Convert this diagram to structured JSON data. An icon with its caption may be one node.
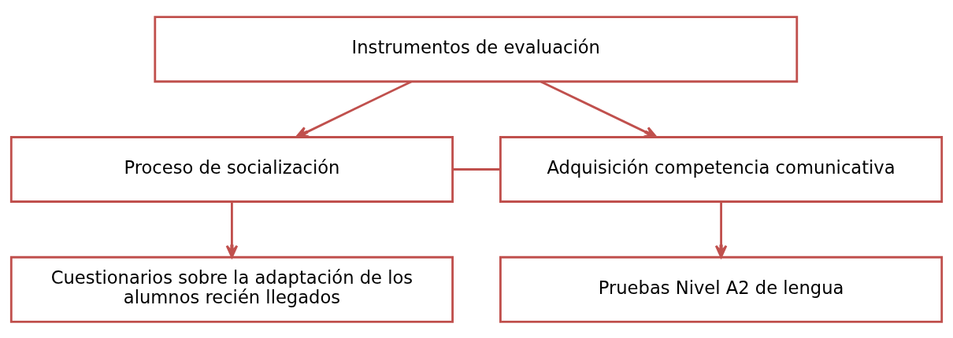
{
  "diagram": {
    "nodes": [
      {
        "text": [
          "Instrumentos de evaluación"
        ]
      },
      {
        "text": [
          "Proceso de socialización"
        ]
      },
      {
        "text": [
          "Adquisición competencia comunicativa"
        ]
      },
      {
        "text": [
          "Cuestionarios sobre la adaptación de los alumnos recién llegados"
        ]
      },
      {
        "text": [
          "Pruebas Nivel A2 de lengua"
        ]
      }
    ],
    "edges": [
      {
        "from": 0,
        "to": 1,
        "arrow": "to"
      },
      {
        "from": 0,
        "to": 2,
        "arrow": "to"
      },
      {
        "from": 1,
        "to": 2,
        "arrow": "none"
      },
      {
        "from": 1,
        "to": 3,
        "arrow": "to"
      },
      {
        "from": 2,
        "to": 4,
        "arrow": "to"
      }
    ]
  }
}
